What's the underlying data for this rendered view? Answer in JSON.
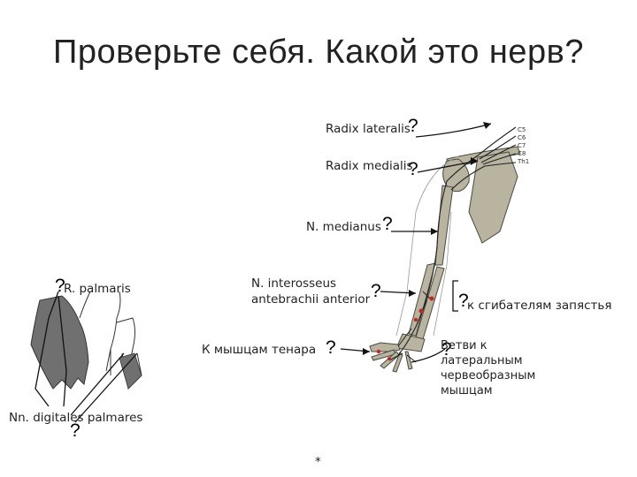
{
  "title": "Проверьте себя. Какой это нерв?",
  "q": "?",
  "labels": {
    "radix_lateralis": "Radix lateralis",
    "radix_medialis": "Radix medialis",
    "n_medianus": "N. medianus",
    "r_palmaris": "R. palmaris",
    "n_interosseus_1": "N. interosseus",
    "n_interosseus_2": "antebrachii anterior",
    "k_myshtsam_tenara": "К мышцам тенара",
    "k_sgibatelyam": "к сгибателям  запястья",
    "vetvi_1": "Ветви к",
    "vetvi_2": "латеральным",
    "vetvi_3": "червеобразным",
    "vetvi_4": "мышцам",
    "nn_digitales": "Nn. digitales palmares",
    "star": "*"
  },
  "roots": [
    "C5",
    "C6",
    "C7",
    "C8",
    "Th1"
  ]
}
